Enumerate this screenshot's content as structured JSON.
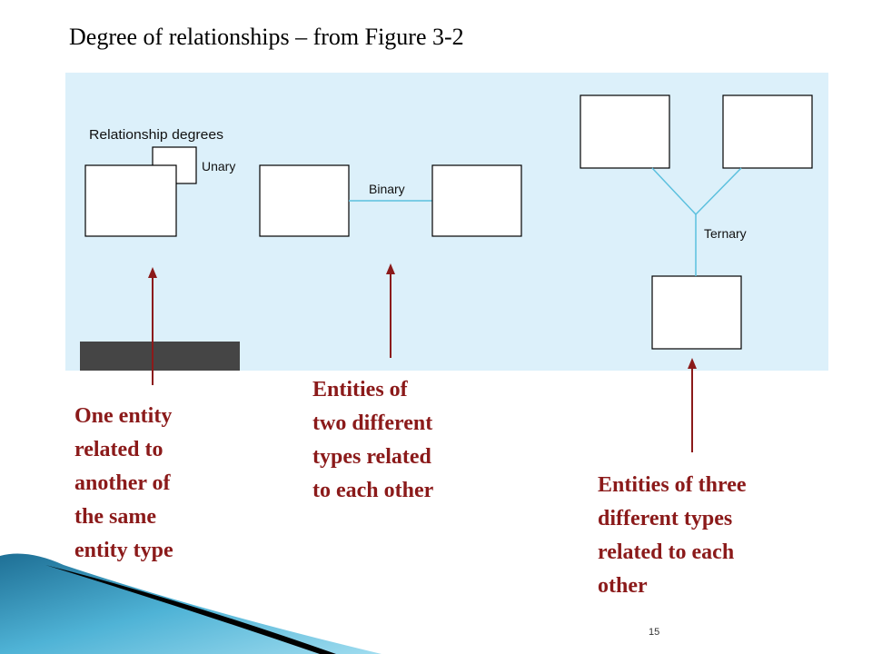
{
  "slide": {
    "title": "Degree of relationships – from Figure 3-2",
    "page_number": "15"
  },
  "diagram": {
    "heading": "Relationship degrees",
    "unary_label": "Unary",
    "binary_label": "Binary",
    "ternary_label": "Ternary",
    "line_color": "#5bc0de",
    "panel_color": "#dcf0fa"
  },
  "callouts": {
    "unary": [
      "One entity",
      "related to",
      "another of",
      "the same",
      "entity type"
    ],
    "binary": [
      "Entities of",
      "two different",
      "types related",
      "to each other"
    ],
    "ternary": [
      "Entities of three",
      "different types",
      "related to each",
      "other"
    ],
    "text_color": "#8b1a1a"
  }
}
